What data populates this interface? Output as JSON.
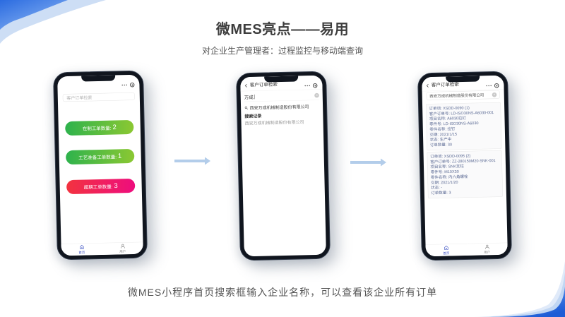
{
  "slide": {
    "title": "微MES亮点——易用",
    "subtitle": "对企业生产管理者：过程监控与移动端查询",
    "caption": "微MES小程序首页搜索框输入企业名称，可以查看该企业所有订单"
  },
  "colors": {
    "deco_blue": "#2f6fe4",
    "deco_pale_blue": "#c8daf4",
    "arrow_blue": "#b3cdea",
    "tab_active_blue": "#4156c5",
    "green_gradient": [
      "#2db24d",
      "#8cc832"
    ],
    "red_gradient": [
      "#f2333f",
      "#ee0d7e"
    ],
    "card_text": "#5b6a94"
  },
  "tabbar": {
    "home_label": "首页",
    "user_label": "用户"
  },
  "phone_home": {
    "search_placeholder": "客户订单检索",
    "buttons": [
      {
        "label": "在制工单数量:",
        "value": "2",
        "color": "green"
      },
      {
        "label": "工艺准备工单数量:",
        "value": "1",
        "color": "green"
      },
      {
        "label": "超期工单数量:",
        "value": "3",
        "color": "red"
      }
    ]
  },
  "phone_search": {
    "nav_title": "客户订单检索",
    "input_value": "万成",
    "suggestion": "西安万成机械制造股份有限公司",
    "history_title": "搜索记录",
    "history_item": "西安万成机械制造股份有限公司"
  },
  "phone_orders": {
    "nav_title": "客户订单检索",
    "input_value": "西安万成机械制造股份有限公司",
    "orders": [
      {
        "lines": [
          "订单项: XSDD-0090 (1)",
          "客户订单号: LD-ISO30NS-A6030-001",
          "项目名称: A6030拉钉",
          "零件号: LD-ISO30NS-A6030",
          "零件名称: 拉钉",
          "交期: 2021/1/15",
          "状态: 生产中",
          "订单数量: 30"
        ]
      },
      {
        "lines": [
          "订单项: XSDD-0095 (2)",
          "客户订单号: ZZ-280150M20-SNK-001",
          "项目名称: SNK支柱",
          "零件号: M10X30",
          "零件名称: 内六角螺栓",
          "交期: 2021/1/20",
          "状态: -",
          "订单数量: 3"
        ]
      }
    ]
  }
}
